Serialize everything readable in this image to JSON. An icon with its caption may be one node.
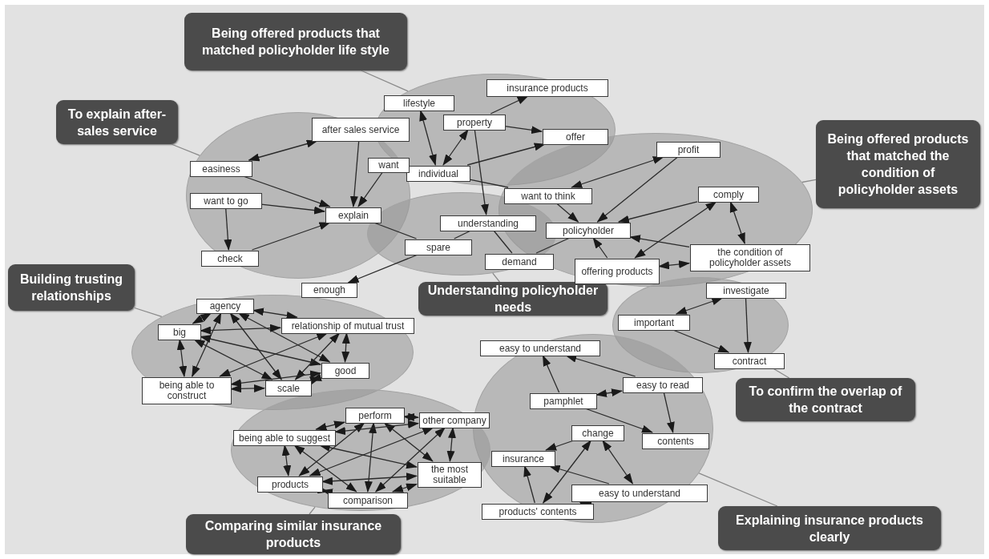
{
  "diagram": {
    "nodes": [
      {
        "text": [
          "Being offered products that matched policyholder life style"
        ]
      },
      {
        "text": [
          "To explain after-sales service"
        ]
      },
      {
        "text": [
          "Being offered products that matched the condition of policyholder assets"
        ]
      },
      {
        "text": [
          "Building trusting relationships"
        ]
      },
      {
        "text": [
          "Understanding policyholder needs"
        ]
      },
      {
        "text": [
          "To confirm the overlap of the contract"
        ]
      },
      {
        "text": [
          "Comparing similar insurance products"
        ]
      },
      {
        "text": [
          "Explaining insurance products clearly"
        ]
      },
      {
        "text": [],
        "shape": "ellipse"
      },
      {
        "text": [
          "insurance products"
        ],
        "in": 8
      },
      {
        "text": [
          "lifestyle"
        ],
        "in": 8
      },
      {
        "text": [
          "property"
        ],
        "in": 8
      },
      {
        "text": [
          "offer"
        ],
        "in": 8
      },
      {
        "text": [
          "individual"
        ],
        "in": 8
      },
      {
        "text": [],
        "shape": "ellipse"
      },
      {
        "text": [
          "after sales service"
        ],
        "in": 14
      },
      {
        "text": [
          "want"
        ],
        "in": 14
      },
      {
        "text": [
          "easiness"
        ],
        "in": 14
      },
      {
        "text": [
          "want to go"
        ],
        "in": 14
      },
      {
        "text": [
          "explain"
        ],
        "in": 14
      },
      {
        "text": [
          "check"
        ],
        "in": 14
      },
      {
        "text": [],
        "shape": "ellipse"
      },
      {
        "text": [
          "profit"
        ],
        "in": 21
      },
      {
        "text": [
          "want to think"
        ],
        "in": 21
      },
      {
        "text": [
          "comply"
        ],
        "in": 21
      },
      {
        "text": [
          "policyholder"
        ],
        "in": 21
      },
      {
        "text": [
          "the condition of policyholder assets"
        ],
        "in": 21
      },
      {
        "text": [
          "offering products"
        ],
        "in": 21
      },
      {
        "text": [],
        "shape": "ellipse"
      },
      {
        "text": [
          "understanding"
        ],
        "in": 28
      },
      {
        "text": [
          "spare"
        ],
        "in": 28
      },
      {
        "text": [
          "demand"
        ],
        "in": 28
      },
      {
        "text": [
          "enough"
        ]
      },
      {
        "text": [],
        "shape": "ellipse"
      },
      {
        "text": [
          "investigate"
        ],
        "in": 33
      },
      {
        "text": [
          "important"
        ],
        "in": 33
      },
      {
        "text": [
          "contract"
        ],
        "in": 33
      },
      {
        "text": [],
        "shape": "ellipse"
      },
      {
        "text": [
          "agency"
        ],
        "in": 37
      },
      {
        "text": [
          "big"
        ],
        "in": 37
      },
      {
        "text": [
          "relationship of mutual trust"
        ],
        "in": 37
      },
      {
        "text": [
          "good"
        ],
        "in": 37
      },
      {
        "text": [
          "being able to construct"
        ],
        "in": 37
      },
      {
        "text": [
          "scale"
        ],
        "in": 37
      },
      {
        "text": [],
        "shape": "ellipse"
      },
      {
        "text": [
          "easy to understand"
        ],
        "in": 44
      },
      {
        "text": [
          "easy to read"
        ],
        "in": 44
      },
      {
        "text": [
          "pamphlet"
        ],
        "in": 44
      },
      {
        "text": [
          "contents"
        ],
        "in": 44
      },
      {
        "text": [
          "change"
        ],
        "in": 44
      },
      {
        "text": [
          "insurance"
        ],
        "in": 44
      },
      {
        "text": [
          "easy to understand"
        ],
        "in": 44
      },
      {
        "text": [
          "products' contents"
        ],
        "in": 44
      },
      {
        "text": [],
        "shape": "ellipse"
      },
      {
        "text": [
          "perform"
        ],
        "in": 53
      },
      {
        "text": [
          "being able to suggest"
        ],
        "in": 53
      },
      {
        "text": [
          "other company"
        ],
        "in": 53
      },
      {
        "text": [
          "the most suitable"
        ],
        "in": 53
      },
      {
        "text": [
          "products"
        ],
        "in": 53
      },
      {
        "text": [
          "comparison"
        ],
        "in": 53
      }
    ],
    "edges": [
      {
        "from": 0,
        "to": 8,
        "arrow": "none",
        "color": "#8a8a8a"
      },
      {
        "from": 1,
        "to": 14,
        "arrow": "none",
        "color": "#8a8a8a"
      },
      {
        "from": 2,
        "to": 21,
        "arrow": "none",
        "color": "#8a8a8a"
      },
      {
        "from": 3,
        "to": 37,
        "arrow": "none",
        "color": "#8a8a8a"
      },
      {
        "from": 4,
        "to": 28,
        "arrow": "none",
        "color": "#8a8a8a"
      },
      {
        "from": 5,
        "to": 33,
        "arrow": "none",
        "color": "#8a8a8a"
      },
      {
        "from": 6,
        "to": 53,
        "arrow": "none",
        "color": "#8a8a8a"
      },
      {
        "from": 7,
        "to": 44,
        "arrow": "none",
        "color": "#8a8a8a"
      },
      {
        "from": 10,
        "to": 13,
        "arrow": "both"
      },
      {
        "from": 11,
        "to": 9,
        "arrow": "to"
      },
      {
        "from": 11,
        "to": 12,
        "arrow": "to"
      },
      {
        "from": 13,
        "to": 12,
        "arrow": "to"
      },
      {
        "from": 13,
        "to": 11,
        "arrow": "both"
      },
      {
        "from": 11,
        "to": 29,
        "arrow": "to"
      },
      {
        "from": 13,
        "to": 23,
        "arrow": "none"
      },
      {
        "from": 17,
        "to": 15,
        "arrow": "both"
      },
      {
        "from": 17,
        "to": 19,
        "arrow": "to"
      },
      {
        "from": 15,
        "to": 19,
        "arrow": "to"
      },
      {
        "from": 16,
        "to": 19,
        "arrow": "to"
      },
      {
        "from": 18,
        "to": 19,
        "arrow": "to"
      },
      {
        "from": 18,
        "to": 20,
        "arrow": "to"
      },
      {
        "from": 20,
        "to": 19,
        "arrow": "to"
      },
      {
        "from": 19,
        "to": 30,
        "arrow": "none"
      },
      {
        "from": 29,
        "to": 30,
        "arrow": "none"
      },
      {
        "from": 29,
        "to": 31,
        "arrow": "none"
      },
      {
        "from": 30,
        "to": 32,
        "arrow": "to"
      },
      {
        "from": 31,
        "to": 25,
        "arrow": "none"
      },
      {
        "from": 23,
        "to": 22,
        "arrow": "both"
      },
      {
        "from": 23,
        "to": 25,
        "arrow": "to"
      },
      {
        "from": 22,
        "to": 25,
        "arrow": "to"
      },
      {
        "from": 24,
        "to": 25,
        "arrow": "to"
      },
      {
        "from": 26,
        "to": 25,
        "arrow": "to"
      },
      {
        "from": 27,
        "to": 25,
        "arrow": "to"
      },
      {
        "from": 24,
        "to": 27,
        "arrow": "both"
      },
      {
        "from": 24,
        "to": 26,
        "arrow": "both"
      },
      {
        "from": 27,
        "to": 26,
        "arrow": "both"
      },
      {
        "from": 35,
        "to": 34,
        "arrow": "both"
      },
      {
        "from": 34,
        "to": 36,
        "arrow": "to"
      },
      {
        "from": 35,
        "to": 36,
        "arrow": "to"
      },
      {
        "from": 38,
        "to": 39,
        "arrow": "both"
      },
      {
        "from": 38,
        "to": 40,
        "arrow": "both"
      },
      {
        "from": 38,
        "to": 41,
        "arrow": "both"
      },
      {
        "from": 38,
        "to": 42,
        "arrow": "both"
      },
      {
        "from": 38,
        "to": 43,
        "arrow": "both"
      },
      {
        "from": 39,
        "to": 40,
        "arrow": "both"
      },
      {
        "from": 39,
        "to": 41,
        "arrow": "both"
      },
      {
        "from": 39,
        "to": 42,
        "arrow": "both"
      },
      {
        "from": 39,
        "to": 43,
        "arrow": "both"
      },
      {
        "from": 40,
        "to": 41,
        "arrow": "both"
      },
      {
        "from": 40,
        "to": 42,
        "arrow": "both"
      },
      {
        "from": 40,
        "to": 43,
        "arrow": "both"
      },
      {
        "from": 41,
        "to": 42,
        "arrow": "both"
      },
      {
        "from": 41,
        "to": 43,
        "arrow": "both"
      },
      {
        "from": 42,
        "to": 43,
        "arrow": "both"
      },
      {
        "from": 46,
        "to": 45,
        "arrow": "to"
      },
      {
        "from": 47,
        "to": 45,
        "arrow": "to"
      },
      {
        "from": 46,
        "to": 47,
        "arrow": "both"
      },
      {
        "from": 46,
        "to": 48,
        "arrow": "to"
      },
      {
        "from": 47,
        "to": 48,
        "arrow": "to"
      },
      {
        "from": 49,
        "to": 50,
        "arrow": "to"
      },
      {
        "from": 49,
        "to": 52,
        "arrow": "both"
      },
      {
        "from": 49,
        "to": 51,
        "arrow": "both"
      },
      {
        "from": 52,
        "to": 50,
        "arrow": "to"
      },
      {
        "from": 51,
        "to": 50,
        "arrow": "to"
      },
      {
        "from": 52,
        "to": 51,
        "arrow": "both"
      },
      {
        "from": 54,
        "to": 55,
        "arrow": "both"
      },
      {
        "from": 54,
        "to": 56,
        "arrow": "both"
      },
      {
        "from": 54,
        "to": 57,
        "arrow": "both"
      },
      {
        "from": 54,
        "to": 58,
        "arrow": "both"
      },
      {
        "from": 54,
        "to": 59,
        "arrow": "both"
      },
      {
        "from": 55,
        "to": 56,
        "arrow": "both"
      },
      {
        "from": 55,
        "to": 57,
        "arrow": "both"
      },
      {
        "from": 55,
        "to": 58,
        "arrow": "both"
      },
      {
        "from": 55,
        "to": 59,
        "arrow": "both"
      },
      {
        "from": 56,
        "to": 57,
        "arrow": "both"
      },
      {
        "from": 56,
        "to": 58,
        "arrow": "both"
      },
      {
        "from": 56,
        "to": 59,
        "arrow": "both"
      },
      {
        "from": 57,
        "to": 58,
        "arrow": "both"
      },
      {
        "from": 57,
        "to": 59,
        "arrow": "both"
      },
      {
        "from": 58,
        "to": 59,
        "arrow": "both"
      }
    ]
  }
}
